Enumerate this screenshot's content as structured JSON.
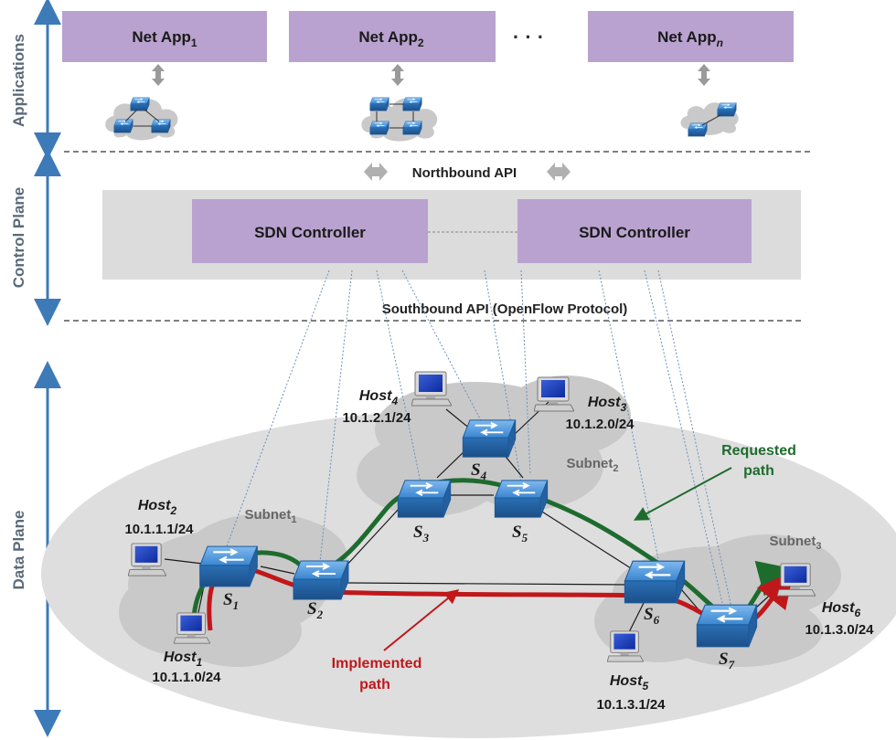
{
  "layers": {
    "applications": "Applications",
    "control_plane": "Control Plane",
    "data_plane": "Data Plane"
  },
  "apps": [
    {
      "base": "Net App",
      "sub": "1"
    },
    {
      "base": "Net App",
      "sub": "2"
    },
    {
      "base": "Net App",
      "sub": "n"
    }
  ],
  "ellipsis": "· · ·",
  "northbound_api": "Northbound API",
  "southbound_api": "Southbound API (OpenFlow Protocol)",
  "controllers": [
    "SDN Controller",
    "SDN Controller"
  ],
  "subnets": [
    {
      "base": "Subnet",
      "sub": "1"
    },
    {
      "base": "Subnet",
      "sub": "2"
    },
    {
      "base": "Subnet",
      "sub": "3"
    }
  ],
  "switches": [
    {
      "base": "S",
      "sub": "1"
    },
    {
      "base": "S",
      "sub": "2"
    },
    {
      "base": "S",
      "sub": "3"
    },
    {
      "base": "S",
      "sub": "4"
    },
    {
      "base": "S",
      "sub": "5"
    },
    {
      "base": "S",
      "sub": "6"
    },
    {
      "base": "S",
      "sub": "7"
    }
  ],
  "hosts": [
    {
      "base": "Host",
      "sub": "1",
      "ip": "10.1.1.0/24"
    },
    {
      "base": "Host",
      "sub": "2",
      "ip": "10.1.1.1/24"
    },
    {
      "base": "Host",
      "sub": "3",
      "ip": "10.1.2.0/24"
    },
    {
      "base": "Host",
      "sub": "4",
      "ip": "10.1.2.1/24"
    },
    {
      "base": "Host",
      "sub": "5",
      "ip": "10.1.3.1/24"
    },
    {
      "base": "Host",
      "sub": "6",
      "ip": "10.1.3.0/24"
    }
  ],
  "requested_path": {
    "line1": "Requested",
    "line2": "path",
    "color": "#1e6b2e"
  },
  "implemented_path": {
    "line1": "Implemented",
    "line2": "path",
    "color": "#c0171b"
  },
  "colors": {
    "app_box": "#b9a2cf",
    "control_band": "#dcdcdc",
    "data_ellipse": "#dedede",
    "cloud": "#c8c8c8",
    "switch": "#2f7dc4",
    "axis_arrow": "#3d7ab8"
  }
}
